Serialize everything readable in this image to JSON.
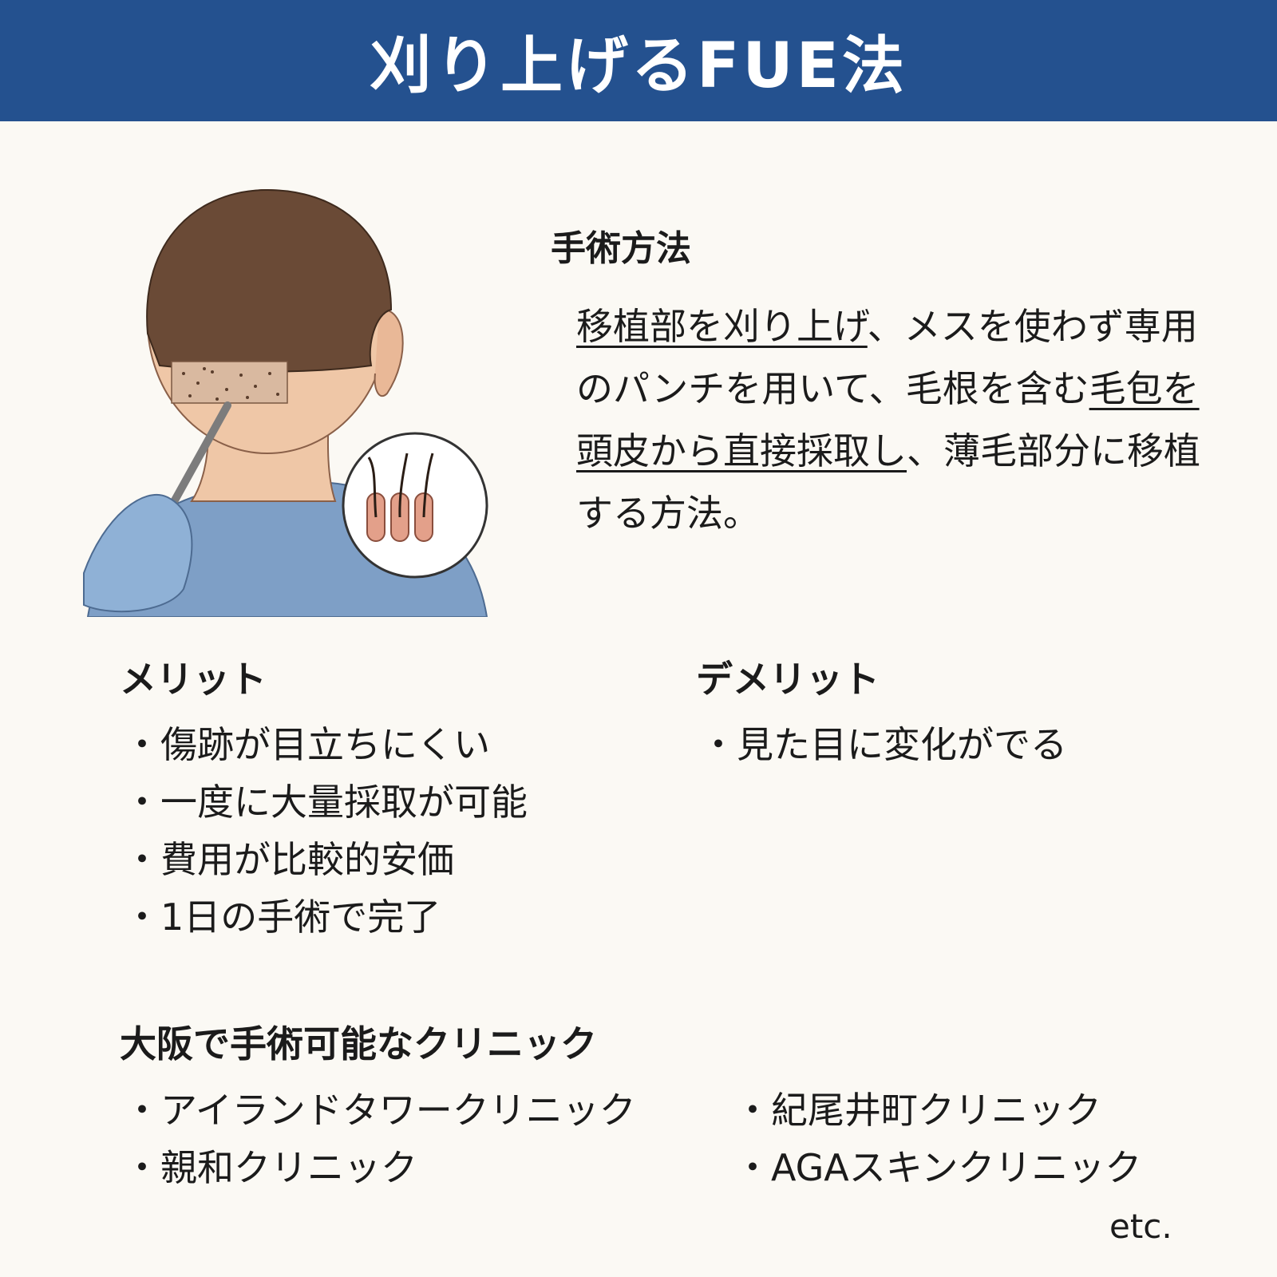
{
  "header": {
    "title": "刈り上げるFUE法"
  },
  "method": {
    "heading": "手術方法",
    "body": [
      {
        "text": "移植部を刈り上げ",
        "underline": true
      },
      {
        "text": "、メスを使わず専用のパンチを用いて、毛根を含む",
        "underline": false
      },
      {
        "text": "毛包を頭皮から直接採取し",
        "underline": true
      },
      {
        "text": "、薄毛部分に移植する方法。",
        "underline": false
      }
    ]
  },
  "merits": {
    "heading": "メリット",
    "items": [
      "傷跡が目立ちにくい",
      "一度に大量採取が可能",
      "費用が比較的安価",
      "1日の手術で完了"
    ]
  },
  "demerits": {
    "heading": "デメリット",
    "items": [
      "見た目に変化がでる"
    ]
  },
  "clinics": {
    "heading": "大阪で手術可能なクリニック",
    "column_left": [
      "アイランドタワークリニック",
      "親和クリニック"
    ],
    "column_right": [
      "紀尾井町クリニック",
      "AGAスキンクリニック"
    ],
    "etc": "etc."
  },
  "colors": {
    "header_bg": "#24518f",
    "background": "#fbf9f4",
    "text": "#1b1b1b"
  }
}
